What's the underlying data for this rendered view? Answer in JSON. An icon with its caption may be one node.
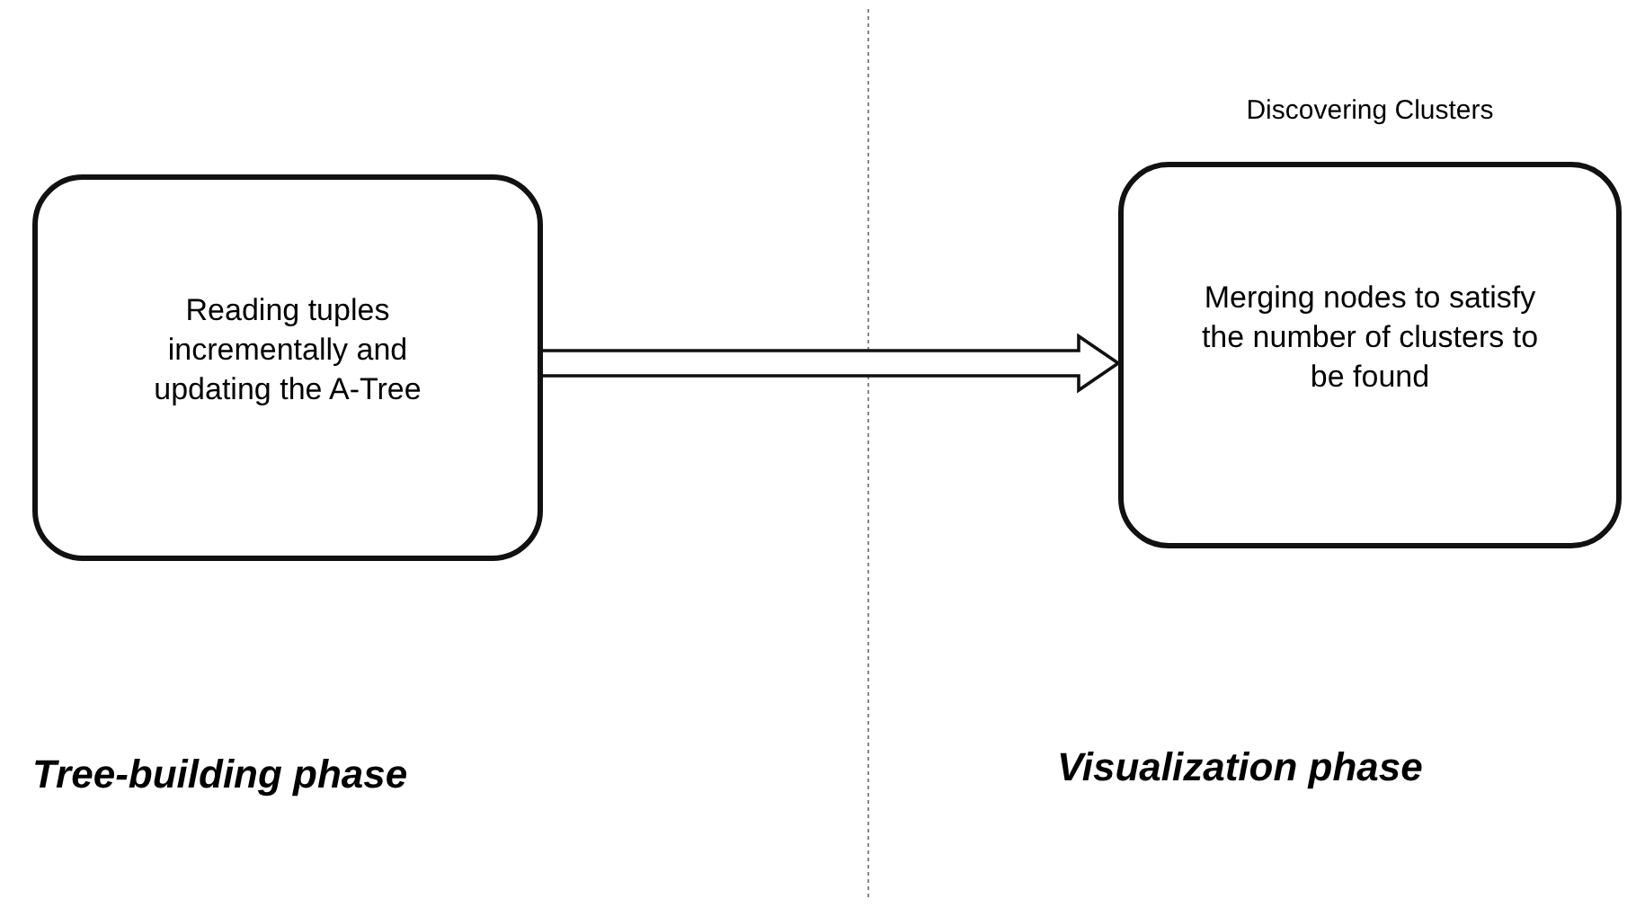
{
  "diagram": {
    "nodes": [
      {
        "text": [
          "Reading tuples incrementally and updating the A-Tree"
        ]
      },
      {
        "text": [
          "Discovering Clusters",
          "Merging nodes to satisfy the number of clusters to be found"
        ]
      }
    ],
    "edges": [
      {
        "from": 0,
        "to": 1,
        "arrow": "to",
        "style": "thick"
      }
    ],
    "labels": [
      "Tree-building phase",
      "Visualization phase"
    ]
  }
}
